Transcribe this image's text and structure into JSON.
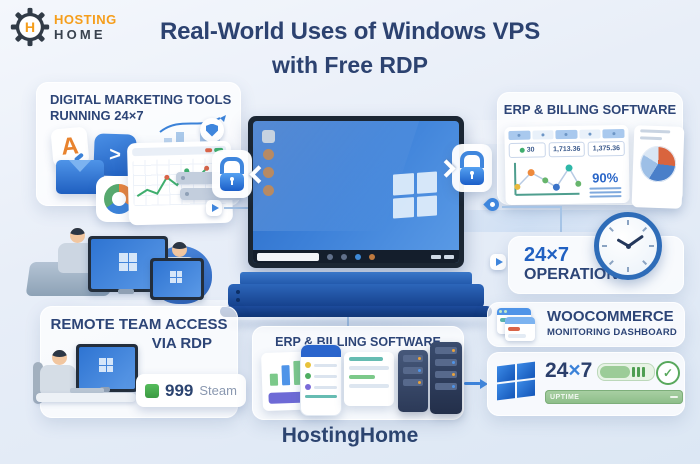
{
  "logo": {
    "word1": "HOSTING",
    "word2": "HOME",
    "monogram": "H"
  },
  "title": {
    "line1": "Real-World Uses of Windows VPS",
    "line2": "with Free RDP"
  },
  "cards": {
    "digital": {
      "line1": "DIGITAL MARKETING TOOLS",
      "line2": "RUNNING 24×7",
      "tile_letter": "A",
      "terminal_glyph": ">"
    },
    "erp_top": {
      "title": "ERP & BILLING SOFTWARE",
      "stat1": "30",
      "stat2": "1,713.36",
      "stat3": "1,375.36",
      "percent": "90%"
    },
    "operations": {
      "line1": "24×7",
      "line2": "OPERATIONS"
    },
    "woocommerce": {
      "line1": "WOOCOMMERCE",
      "line2": "MONITORING DASHBOARD"
    },
    "uptime": {
      "num_left": "24",
      "times": "×",
      "num_right": "7",
      "bar_label": "UPTIME",
      "check": "✓"
    },
    "remote": {
      "line1": "REMOTE TEAM ACCESS",
      "line2": "VIA RDP"
    },
    "steam": {
      "number": "999",
      "label": "Steam"
    },
    "erp_bottom": {
      "title": "ERP & BILLING SOFTWARE"
    }
  },
  "footer": {
    "brand": "HostingHome"
  },
  "colors": {
    "navy": "#2c4470",
    "blue": "#2a6fd2",
    "orange": "#f59e1b",
    "green": "#4fae62",
    "background": "#e9eff8"
  }
}
